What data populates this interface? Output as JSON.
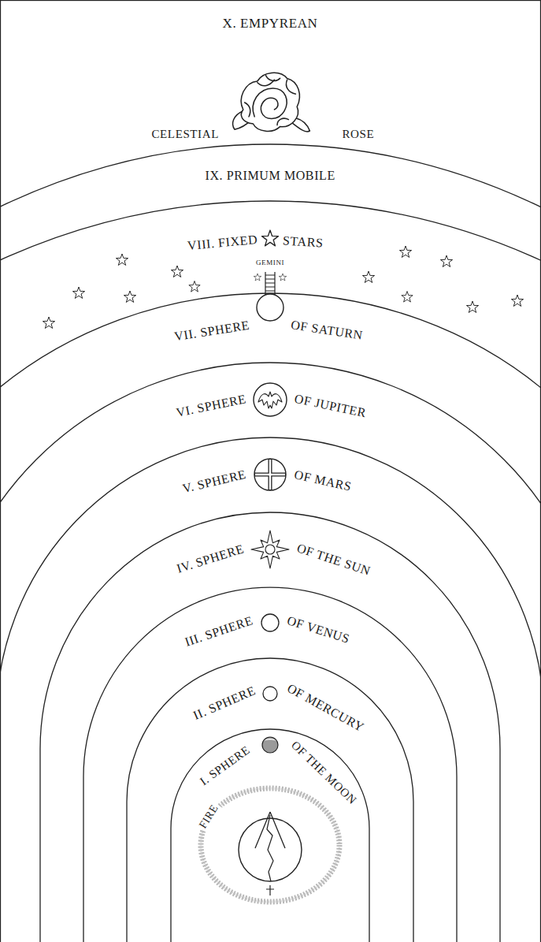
{
  "diagram": {
    "nodes": [
      {
        "text": [
          "X. EMPYREAN"
        ]
      },
      {
        "text": [
          "IX. PRIMUM MOBILE"
        ],
        "in": 0
      },
      {
        "text": [
          "VIII. FIXED",
          "STARS"
        ],
        "in": 1
      },
      {
        "text": [
          "VII. SPHERE",
          "OF SATURN"
        ],
        "in": 2
      },
      {
        "text": [
          "VI. SPHERE",
          "OF JUPITER"
        ],
        "in": 3
      },
      {
        "text": [
          "V. SPHERE",
          "OF MARS"
        ],
        "in": 4
      },
      {
        "text": [
          "IV. SPHERE",
          "OF THE SUN"
        ],
        "in": 5
      },
      {
        "text": [
          "III. SPHERE",
          "OF VENUS"
        ],
        "in": 6
      },
      {
        "text": [
          "II. SPHERE",
          "OF MERCURY"
        ],
        "in": 7
      },
      {
        "text": [
          "I. SPHERE",
          "OF THE MOON"
        ],
        "in": 8
      }
    ],
    "labels": [
      "CELESTIAL",
      "ROSE",
      "GEMINI",
      "FIRE"
    ]
  }
}
